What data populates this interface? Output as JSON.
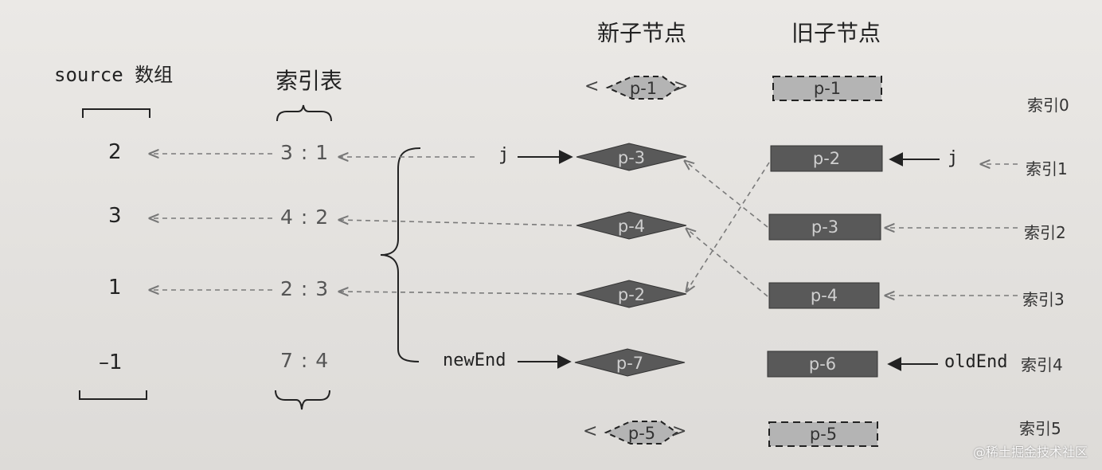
{
  "headers": {
    "source": "source 数组",
    "index_table": "索引表",
    "new_children": "新子节点",
    "old_children": "旧子节点"
  },
  "source_values": [
    "2",
    "3",
    "1",
    "–1"
  ],
  "index_map": [
    "3 : 1",
    "4 : 2",
    "2 : 3",
    "7 : 4"
  ],
  "new_nodes": [
    "p-1",
    "p-3",
    "p-4",
    "p-2",
    "p-7",
    "p-5"
  ],
  "old_nodes": [
    "p-1",
    "p-2",
    "p-3",
    "p-4",
    "p-6",
    "p-5"
  ],
  "pointers": {
    "new_j": "j",
    "new_end": "newEnd",
    "old_j": "j",
    "old_end": "oldEnd"
  },
  "index_labels": [
    "索引0",
    "索引1",
    "索引2",
    "索引3",
    "索引4",
    "索引5"
  ],
  "watermark": "@稀土掘金技术社区",
  "colors": {
    "node_fill": "#595959",
    "ghost_fill": "#b4b4b4",
    "dashed_arrow": "#7a7a7a",
    "text": "#222222"
  }
}
